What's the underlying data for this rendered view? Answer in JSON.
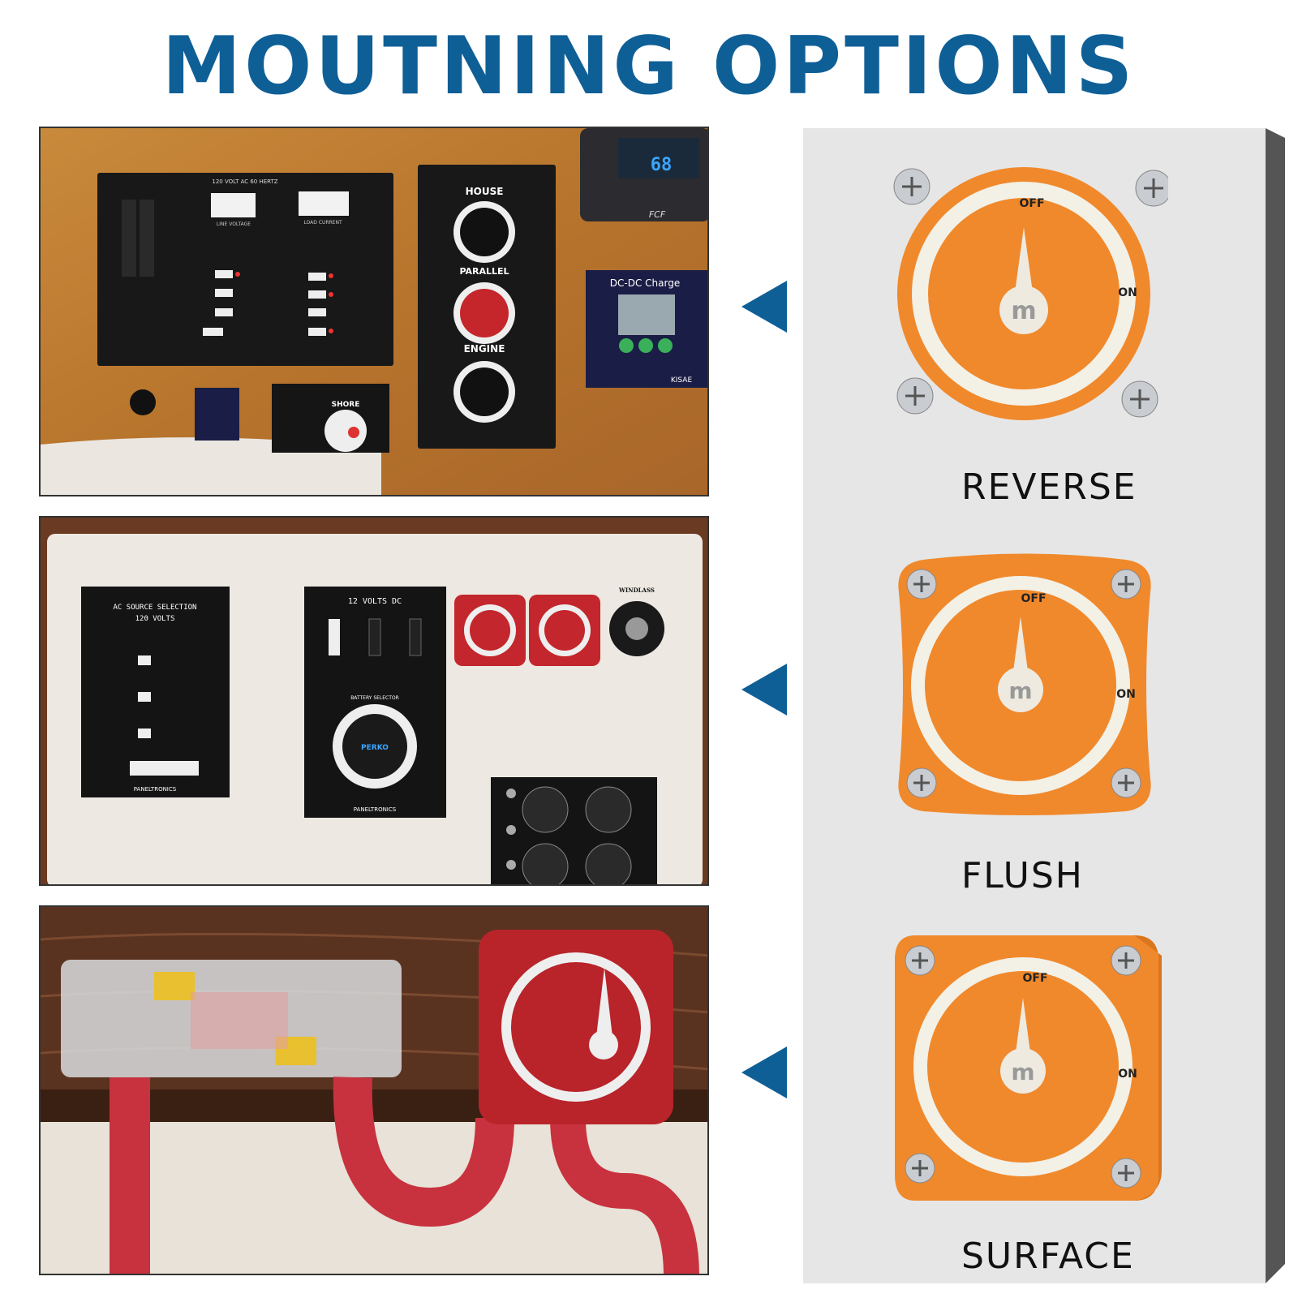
{
  "title": "MOUTNING OPTIONS",
  "options": [
    {
      "label": "REVERSE"
    },
    {
      "label": "FLUSH"
    },
    {
      "label": "SURFACE"
    }
  ],
  "photo1": {
    "panel_header": "120 VOLT AC 60 HERTZ",
    "line_voltage": "LINE VOLTAGE",
    "load_current": "LOAD CURRENT",
    "switch_house": "HOUSE",
    "switch_parallel": "PARALLEL",
    "switch_engine": "ENGINE",
    "display_value": "68",
    "display_brand": "FCF",
    "charger_title": "DC-DC Charge",
    "charger_brand": "KISAE",
    "shore": "SHORE"
  },
  "photo2": {
    "ac_title_1": "AC SOURCE SELECTION",
    "ac_title_2": "120 VOLTS",
    "dc_title": "12 VOLTS DC",
    "battery_selector": "BATTERY SELECTOR",
    "dc_brand": "PANELTRONICS",
    "ac_brand": "PANELTRONICS",
    "windlass": "WINDLASS",
    "perko": "PERKO"
  },
  "switch_text": {
    "off": "OFF",
    "on": "ON",
    "logo": "m"
  },
  "colors": {
    "title": "#0f5f97",
    "arrow": "#0f5f97",
    "switch_orange": "#f0892c",
    "switch_red": "#b8242a",
    "board": "#e6e6e6"
  }
}
